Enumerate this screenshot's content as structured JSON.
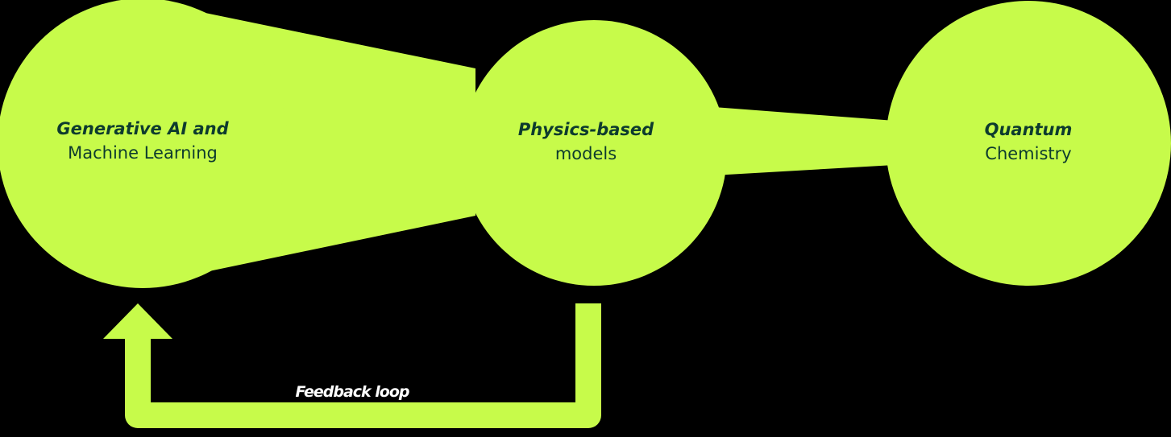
{
  "colors": {
    "background": "#000000",
    "node_fill": "#c7fb4a",
    "node_text": "#0d3b2e",
    "loop_label": "#ffffff"
  },
  "nodes": [
    {
      "id": "genai",
      "title": "Generative AI and",
      "subtitle": "Machine Learning"
    },
    {
      "id": "physics",
      "title": "Physics-based",
      "subtitle": "models"
    },
    {
      "id": "quantum",
      "title": "Quantum",
      "subtitle": "Chemistry"
    }
  ],
  "loop": {
    "label": "Feedback loop",
    "arrow": "up-arrow-icon"
  }
}
